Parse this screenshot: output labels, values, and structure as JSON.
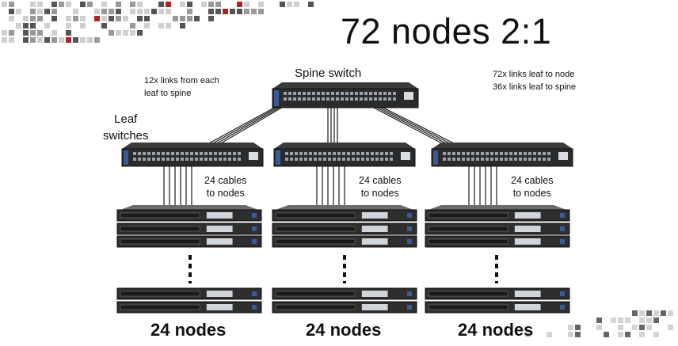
{
  "title": "72 nodes 2:1",
  "spine": {
    "label": "Spine switch"
  },
  "notes": {
    "left": [
      "12x links from each",
      "leaf to spine"
    ],
    "right": [
      "72x links leaf to node",
      "36x links leaf to spine"
    ]
  },
  "leaf_label": [
    "Leaf",
    "switches"
  ],
  "groups": [
    {
      "cables": [
        "24 cables",
        "to nodes"
      ],
      "nodes": "24 nodes"
    },
    {
      "cables": [
        "24 cables",
        "to nodes"
      ],
      "nodes": "24 nodes"
    },
    {
      "cables": [
        "24 cables",
        "to nodes"
      ],
      "nodes": "24 nodes"
    }
  ],
  "colors": {
    "accent_red": "#b22222",
    "device_dark": "#2b2b2b",
    "port": "#9aa3ad",
    "device_blue": "#3a5a9c"
  }
}
